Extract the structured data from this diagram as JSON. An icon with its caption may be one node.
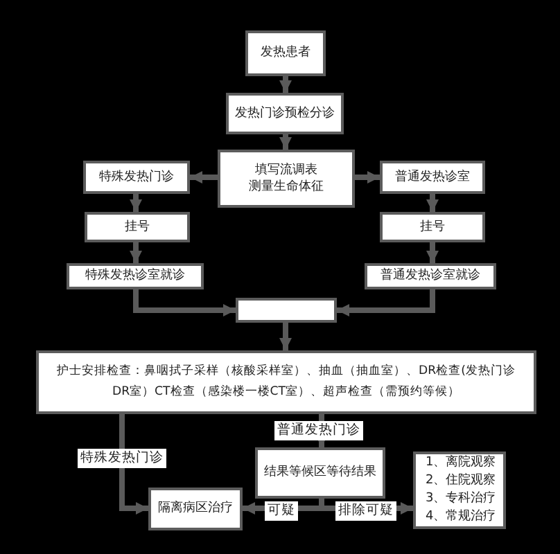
{
  "diagram": {
    "nodes": [
      {
        "text": [
          "发热患者"
        ]
      },
      {
        "text": [
          "发热门诊预检分诊"
        ]
      },
      {
        "text": [
          "填写流调表",
          "测量生命体征"
        ]
      },
      {
        "text": [
          "特殊发热门诊"
        ]
      },
      {
        "text": [
          "普通发热诊室"
        ]
      },
      {
        "text": [
          "挂号"
        ]
      },
      {
        "text": [
          "挂号"
        ]
      },
      {
        "text": [
          "特殊发热诊室就诊"
        ]
      },
      {
        "text": [
          "普通发热诊室就诊"
        ]
      },
      {
        "text": [],
        "shape": "box"
      },
      {
        "text": [
          "护士安排检查：鼻咽拭子采样（核酸采样室）、抽血（抽血室）、DR检查(发热门诊DR室）CT检查（感染楼一楼CT室）、超声检查（需预约等候）"
        ]
      },
      {
        "text": [
          "结果等候区等待结果"
        ]
      },
      {
        "text": [
          "隔离病区治疗"
        ]
      },
      {
        "text": [
          "1、离院观察",
          "2、住院观察",
          "3、专科治疗",
          "4、常规治疗"
        ]
      }
    ],
    "edges": [
      {
        "from": 0,
        "to": 1,
        "arrow": "to"
      },
      {
        "from": 1,
        "to": 2,
        "arrow": "to"
      },
      {
        "from": 2,
        "to": 3,
        "arrow": "to"
      },
      {
        "from": 2,
        "to": 4,
        "arrow": "to"
      },
      {
        "from": 3,
        "to": 5,
        "arrow": "to"
      },
      {
        "from": 4,
        "to": 6,
        "arrow": "to"
      },
      {
        "from": 5,
        "to": 7,
        "arrow": "to"
      },
      {
        "from": 6,
        "to": 8,
        "arrow": "to"
      },
      {
        "from": 7,
        "to": 9,
        "arrow": "to"
      },
      {
        "from": 8,
        "to": 9,
        "arrow": "to"
      },
      {
        "from": 9,
        "to": 10,
        "arrow": "to"
      },
      {
        "from": 10,
        "to": 12,
        "arrow": "to",
        "label": "特殊发热门诊"
      },
      {
        "from": 10,
        "to": 11,
        "arrow": "to",
        "label": "普通发热门诊"
      },
      {
        "from": 11,
        "to": 12,
        "arrow": "to",
        "label": "可疑"
      },
      {
        "from": 11,
        "to": 13,
        "arrow": "to",
        "label": "排除可疑"
      }
    ]
  }
}
